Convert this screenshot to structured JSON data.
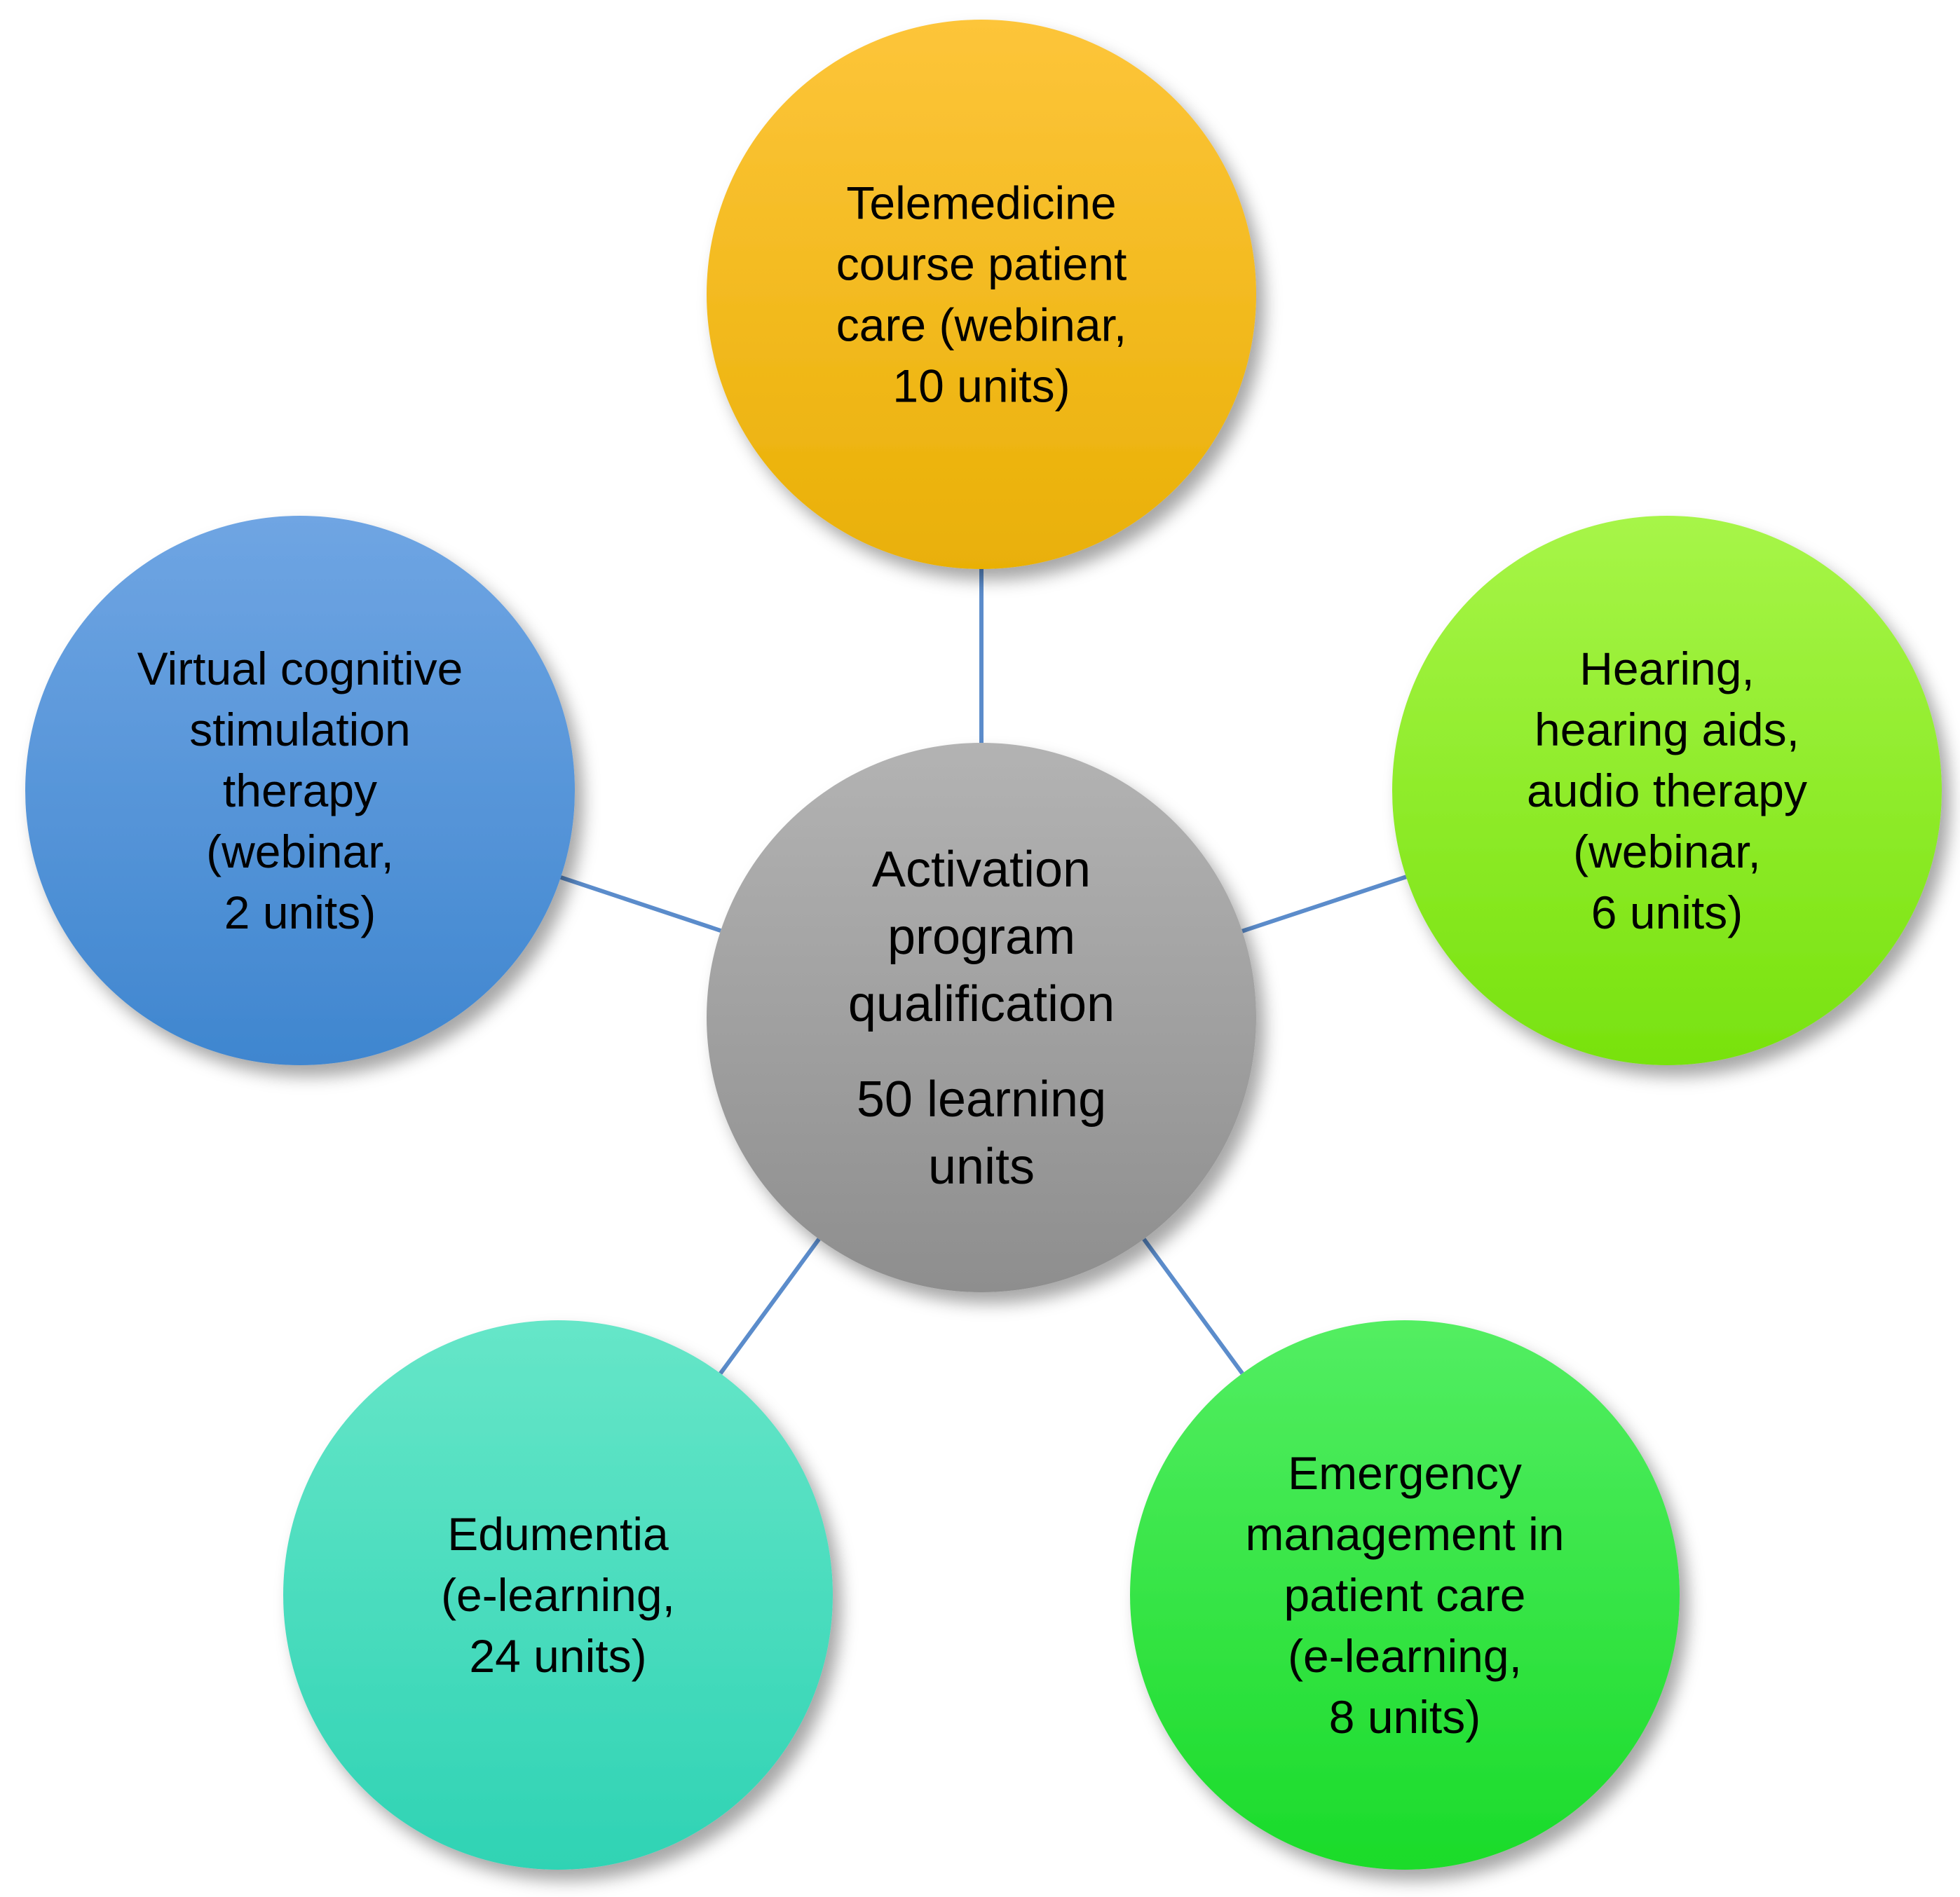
{
  "center": {
    "lines": [
      "Activation",
      "program",
      "qualification"
    ],
    "sub_lines": [
      "50 learning",
      "units"
    ]
  },
  "nodes": [
    {
      "id": "telemedicine",
      "lines": [
        "Telemedicine",
        "course patient",
        "care (webinar,",
        "10 units)"
      ],
      "color_top": "#FDC53A",
      "color_bottom": "#E9B006"
    },
    {
      "id": "hearing",
      "lines": [
        "Hearing,",
        "hearing aids,",
        "audio therapy",
        "(webinar,",
        "6 units)"
      ],
      "color_top": "#A7F548",
      "color_bottom": "#78E20E"
    },
    {
      "id": "emergency",
      "lines": [
        "Emergency",
        "management in",
        "patient care",
        "(e-learning,",
        "8 units)"
      ],
      "color_top": "#53EE62",
      "color_bottom": "#1ADB2A"
    },
    {
      "id": "edumentia",
      "lines": [
        "Edumentia",
        "(e-learning,",
        "24 units)"
      ],
      "color_top": "#66E6C8",
      "color_bottom": "#2FD3B4"
    },
    {
      "id": "cognitive",
      "lines": [
        "Virtual cognitive",
        "stimulation",
        "therapy",
        "(webinar,",
        "2 units)"
      ],
      "color_top": "#6FA5E3",
      "color_bottom": "#3F86CF"
    }
  ],
  "colors": {
    "center_top": "#B3B3B3",
    "center_bottom": "#8E8E8E",
    "connector": "#5B8CCB"
  }
}
